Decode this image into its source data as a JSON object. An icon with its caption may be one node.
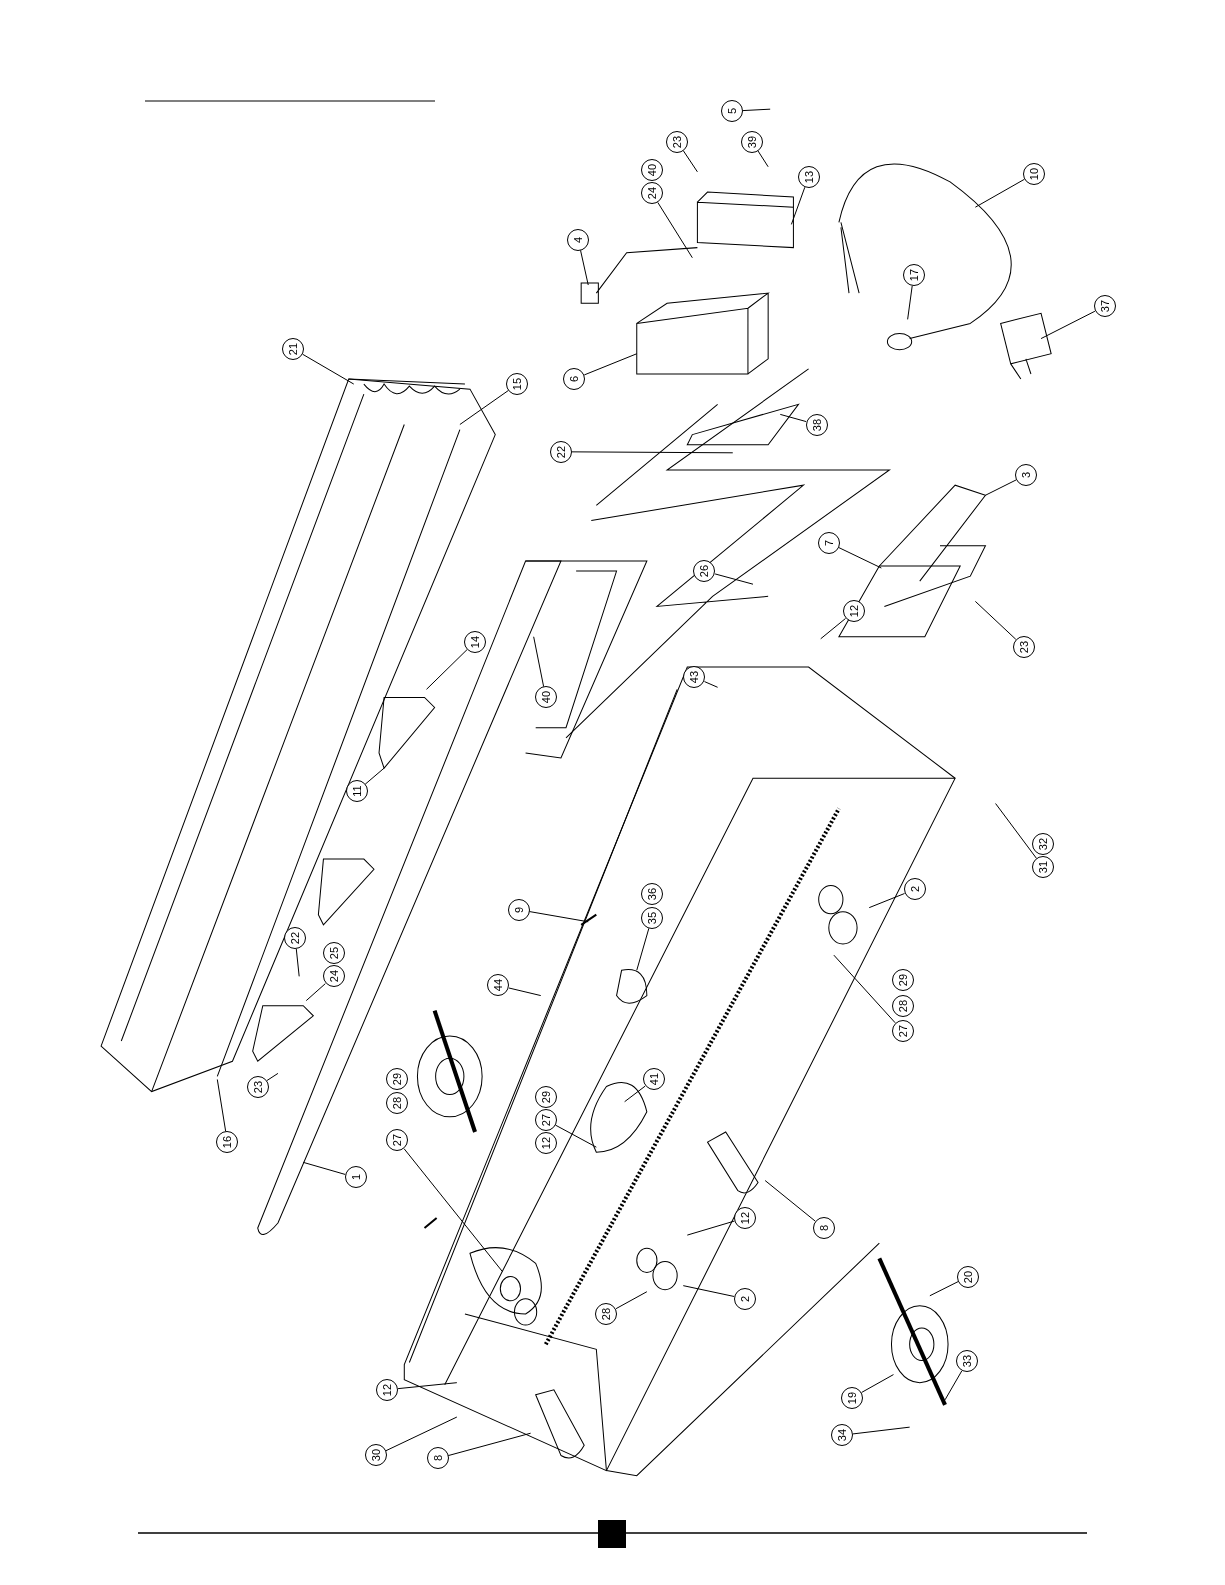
{
  "diagram": {
    "nodes": [
      {
        "text": [
          "5"
        ]
      },
      {
        "text": [
          "23"
        ]
      },
      {
        "text": [
          "39"
        ]
      },
      {
        "text": [
          "13"
        ]
      },
      {
        "text": [
          "10"
        ]
      },
      {
        "text": [
          "40"
        ]
      },
      {
        "text": [
          "24"
        ]
      },
      {
        "text": [
          "4"
        ]
      },
      {
        "text": [
          "17"
        ]
      },
      {
        "text": [
          "37"
        ]
      },
      {
        "text": [
          "21"
        ]
      },
      {
        "text": [
          "15"
        ]
      },
      {
        "text": [
          "6"
        ]
      },
      {
        "text": [
          "38"
        ]
      },
      {
        "text": [
          "22"
        ]
      },
      {
        "text": [
          "3"
        ]
      },
      {
        "text": [
          "7"
        ]
      },
      {
        "text": [
          "26"
        ]
      },
      {
        "text": [
          "12"
        ]
      },
      {
        "text": [
          "23"
        ]
      },
      {
        "text": [
          "14"
        ]
      },
      {
        "text": [
          "40"
        ]
      },
      {
        "text": [
          "43"
        ]
      },
      {
        "text": [
          "11"
        ]
      },
      {
        "text": [
          "32"
        ]
      },
      {
        "text": [
          "31"
        ]
      },
      {
        "text": [
          "2"
        ]
      },
      {
        "text": [
          "9"
        ]
      },
      {
        "text": [
          "36"
        ]
      },
      {
        "text": [
          "35"
        ]
      },
      {
        "text": [
          "22"
        ]
      },
      {
        "text": [
          "25"
        ]
      },
      {
        "text": [
          "24"
        ]
      },
      {
        "text": [
          "29"
        ]
      },
      {
        "text": [
          "28"
        ]
      },
      {
        "text": [
          "27"
        ]
      },
      {
        "text": [
          "44"
        ]
      },
      {
        "text": [
          "41"
        ]
      },
      {
        "text": [
          "23"
        ]
      },
      {
        "text": [
          "29"
        ]
      },
      {
        "text": [
          "28"
        ]
      },
      {
        "text": [
          "27"
        ]
      },
      {
        "text": [
          "29"
        ]
      },
      {
        "text": [
          "27"
        ]
      },
      {
        "text": [
          "12"
        ]
      },
      {
        "text": [
          "16"
        ]
      },
      {
        "text": [
          "1"
        ]
      },
      {
        "text": [
          "8"
        ]
      },
      {
        "text": [
          "12"
        ]
      },
      {
        "text": [
          "20"
        ]
      },
      {
        "text": [
          "2"
        ]
      },
      {
        "text": [
          "28"
        ]
      },
      {
        "text": [
          "12"
        ]
      },
      {
        "text": [
          "33"
        ]
      },
      {
        "text": [
          "19"
        ]
      },
      {
        "text": [
          "30"
        ]
      },
      {
        "text": [
          "34"
        ]
      },
      {
        "text": [
          "8"
        ]
      }
    ],
    "edges": [
      {
        "from": 0,
        "to": null,
        "arrow": "none"
      },
      {
        "from": 1,
        "to": null,
        "arrow": "none"
      },
      {
        "from": 2,
        "to": null,
        "arrow": "none"
      },
      {
        "from": 3,
        "to": null,
        "arrow": "none"
      },
      {
        "from": 4,
        "to": null,
        "arrow": "none"
      },
      {
        "from": 6,
        "to": null,
        "arrow": "none"
      },
      {
        "from": 7,
        "to": null,
        "arrow": "none"
      },
      {
        "from": 8,
        "to": null,
        "arrow": "none"
      },
      {
        "from": 9,
        "to": null,
        "arrow": "none"
      },
      {
        "from": 10,
        "to": null,
        "arrow": "none"
      },
      {
        "from": 11,
        "to": null,
        "arrow": "none"
      },
      {
        "from": 12,
        "to": null,
        "arrow": "none"
      },
      {
        "from": 13,
        "to": null,
        "arrow": "none"
      },
      {
        "from": 14,
        "to": null,
        "arrow": "none"
      },
      {
        "from": 15,
        "to": null,
        "arrow": "none"
      },
      {
        "from": 16,
        "to": null,
        "arrow": "none"
      },
      {
        "from": 17,
        "to": null,
        "arrow": "none"
      },
      {
        "from": 18,
        "to": null,
        "arrow": "none"
      },
      {
        "from": 19,
        "to": null,
        "arrow": "none"
      },
      {
        "from": 20,
        "to": null,
        "arrow": "none"
      },
      {
        "from": 21,
        "to": null,
        "arrow": "none"
      },
      {
        "from": 22,
        "to": null,
        "arrow": "none"
      },
      {
        "from": 23,
        "to": null,
        "arrow": "none"
      },
      {
        "from": 25,
        "to": null,
        "arrow": "none"
      },
      {
        "from": 26,
        "to": null,
        "arrow": "none"
      },
      {
        "from": 27,
        "to": null,
        "arrow": "none"
      },
      {
        "from": 29,
        "to": null,
        "arrow": "none"
      },
      {
        "from": 30,
        "to": null,
        "arrow": "none"
      },
      {
        "from": 32,
        "to": null,
        "arrow": "none"
      },
      {
        "from": 35,
        "to": null,
        "arrow": "none"
      },
      {
        "from": 36,
        "to": null,
        "arrow": "none"
      },
      {
        "from": 37,
        "to": null,
        "arrow": "none"
      },
      {
        "from": 38,
        "to": null,
        "arrow": "none"
      },
      {
        "from": 41,
        "to": null,
        "arrow": "none"
      },
      {
        "from": 43,
        "to": null,
        "arrow": "none"
      },
      {
        "from": 45,
        "to": null,
        "arrow": "none"
      },
      {
        "from": 46,
        "to": null,
        "arrow": "none"
      },
      {
        "from": 47,
        "to": null,
        "arrow": "none"
      },
      {
        "from": 48,
        "to": null,
        "arrow": "none"
      },
      {
        "from": 49,
        "to": null,
        "arrow": "none"
      },
      {
        "from": 50,
        "to": null,
        "arrow": "none"
      },
      {
        "from": 51,
        "to": null,
        "arrow": "none"
      },
      {
        "from": 52,
        "to": null,
        "arrow": "none"
      },
      {
        "from": 53,
        "to": null,
        "arrow": "none"
      },
      {
        "from": 54,
        "to": null,
        "arrow": "none"
      },
      {
        "from": 55,
        "to": null,
        "arrow": "none"
      },
      {
        "from": 56,
        "to": null,
        "arrow": "none"
      },
      {
        "from": 57,
        "to": null,
        "arrow": "none"
      }
    ]
  }
}
